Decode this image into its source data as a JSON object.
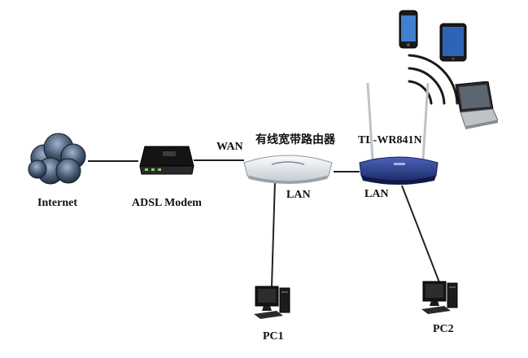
{
  "nodes": {
    "internet": {
      "label": "Internet",
      "icon": "cloud-icon"
    },
    "modem": {
      "label": "ADSL Modem",
      "icon": "modem-icon"
    },
    "wired_router": {
      "label": "有线宽带路由器",
      "icon": "router-icon"
    },
    "wireless_router": {
      "label": "TL-WR841N",
      "icon": "wireless-router-icon"
    },
    "pc1": {
      "label": "PC1",
      "icon": "desktop-pc-icon"
    },
    "pc2": {
      "label": "PC2",
      "icon": "desktop-pc-icon"
    },
    "phone": {
      "icon": "smartphone-icon"
    },
    "tablet": {
      "icon": "tablet-icon"
    },
    "laptop": {
      "icon": "laptop-icon"
    }
  },
  "ports": {
    "wan": "WAN",
    "lan_wired_router": "LAN",
    "lan_wireless_router": "LAN"
  },
  "colors": {
    "cable": "#222222",
    "wired_router_body": "#e8ecf0",
    "wireless_router_body": "#2b3f8c",
    "cloud": "#4a5d76"
  }
}
